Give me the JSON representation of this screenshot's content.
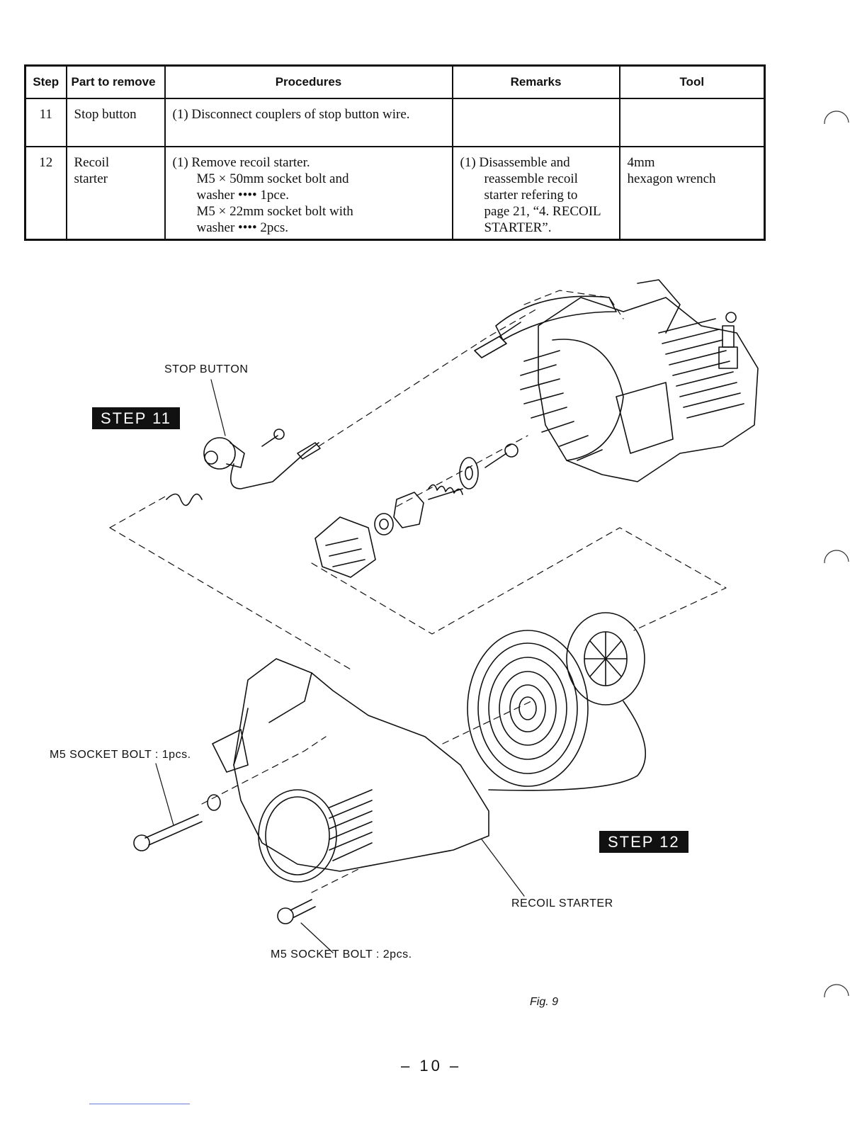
{
  "table": {
    "headers": {
      "step": "Step",
      "part": "Part to remove",
      "procedures": "Procedures",
      "remarks": "Remarks",
      "tool": "Tool"
    },
    "rows": [
      {
        "step": "11",
        "part": "Stop  button",
        "procedures": [
          "(1) Disconnect couplers of stop button wire."
        ],
        "remarks": [],
        "tool": []
      },
      {
        "step": "12",
        "part": [
          "Recoil",
          "starter"
        ],
        "procedures": [
          "(1) Remove recoil starter.",
          "M5 × 50mm socket bolt and",
          "washer •••• 1pce.",
          "M5 × 22mm socket bolt with",
          "washer •••• 2pcs."
        ],
        "remarks": [
          "(1) Disassemble and",
          "reassemble recoil",
          "starter refering to",
          "page 21, “4. RECOIL",
          "STARTER”."
        ],
        "tool": [
          "4mm",
          "hexagon wrench"
        ]
      }
    ]
  },
  "figure": {
    "labels": {
      "stop_button": "STOP  BUTTON",
      "step11": "STEP 11",
      "step12": "STEP 12",
      "m5_bolt_1": "M5  SOCKET  BOLT : 1pcs.",
      "m5_bolt_2": "M5  SOCKET  BOLT : 2pcs.",
      "recoil_starter": "RECOIL  STARTER"
    },
    "caption": "Fig.  9"
  },
  "page_number": "– 10 –"
}
